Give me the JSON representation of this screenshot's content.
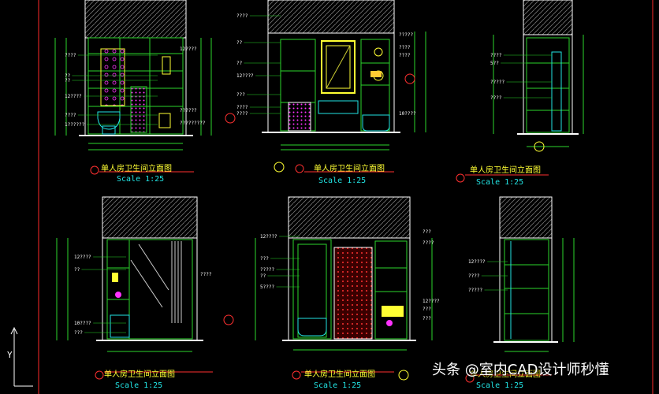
{
  "watermark": "头条 @室内CAD设计师秒懂",
  "ucs": {
    "y_label": "Y"
  },
  "colors": {
    "background": "#000000",
    "frame": "#ff2a2a",
    "wall": "#ffffff",
    "green": "#2bd62b",
    "cyan": "#22e5e5",
    "yellow": "#ffff33",
    "magenta": "#ff33ff",
    "red": "#ff3030"
  },
  "elevations": [
    {
      "id": "e1",
      "title": "单人房卫生间立面图",
      "scale": "Scale 1:25",
      "notes": [
        "????",
        "??",
        "??",
        "12????",
        "????",
        "1??????"
      ],
      "notes_right": [
        "12????",
        "??????",
        "?????????"
      ]
    },
    {
      "id": "e2",
      "title": "单人房卫生间立面图",
      "scale": "Scale 1:25",
      "notes": [
        "????",
        "??",
        "??",
        "12????",
        "???",
        "????",
        "????"
      ],
      "notes_right": [
        "?????",
        "????",
        "????",
        "10????"
      ]
    },
    {
      "id": "e3",
      "title": "单人房卫生间立面图",
      "scale": "Scale 1:25",
      "notes": [
        "????",
        "5??",
        "?????",
        "????"
      ]
    },
    {
      "id": "e4",
      "title": "单人房卫生间立面图",
      "scale": "Scale 1:25",
      "notes": [
        "12????",
        "??",
        "10????",
        "???"
      ],
      "notes_right": [
        "????"
      ]
    },
    {
      "id": "e5",
      "title": "单人房卫生间立面图",
      "scale": "Scale 1:25",
      "notes": [
        "12????",
        "???",
        "?????",
        "??",
        "5????"
      ],
      "notes_right": [
        "???",
        "????",
        "12????",
        "???",
        "???"
      ]
    },
    {
      "id": "e6",
      "title": "单人房卫生间立面图",
      "scale": "Scale 1:25",
      "notes": [
        "12????",
        "????",
        "?????"
      ]
    }
  ]
}
